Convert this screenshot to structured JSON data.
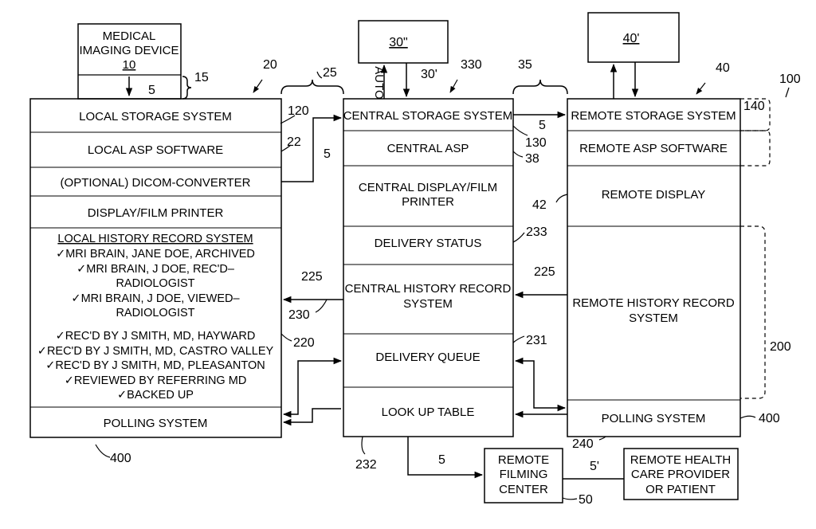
{
  "medical_device": {
    "line1": "MEDICAL",
    "line2": "IMAGING DEVICE",
    "ref": "10"
  },
  "box_30": "30\"",
  "box_40": "40'",
  "auto_label": "AUTO",
  "local": {
    "storage": "LOCAL STORAGE SYSTEM",
    "asp": "LOCAL ASP SOFTWARE",
    "dicom": "(OPTIONAL) DICOM-CONVERTER",
    "display": "DISPLAY/FILM PRINTER",
    "history_title": "LOCAL HISTORY RECORD SYSTEM",
    "history_lines": [
      "✓MRI BRAIN, JANE DOE, ARCHIVED",
      "✓MRI BRAIN, J DOE, REC'D–",
      "RADIOLOGIST",
      "✓MRI BRAIN, J DOE, VIEWED–",
      "RADIOLOGIST",
      "✓REC'D BY J SMITH, MD, HAYWARD",
      "✓REC'D BY J SMITH, MD, CASTRO VALLEY",
      "✓REC'D BY J SMITH, MD, PLEASANTON",
      "✓REVIEWED BY REFERRING MD",
      "✓BACKED UP"
    ],
    "polling": "POLLING SYSTEM"
  },
  "central": {
    "storage": "CENTRAL STORAGE SYSTEM",
    "asp": "CENTRAL ASP",
    "display_l1": "CENTRAL DISPLAY/FILM",
    "display_l2": "PRINTER",
    "delivery_status": "DELIVERY STATUS",
    "history_l1": "CENTRAL HISTORY RECORD",
    "history_l2": "SYSTEM",
    "queue": "DELIVERY QUEUE",
    "lookup": "LOOK UP TABLE"
  },
  "remote": {
    "storage": "REMOTE STORAGE SYSTEM",
    "asp": "REMOTE ASP SOFTWARE",
    "display": "REMOTE DISPLAY",
    "history_l1": "REMOTE HISTORY RECORD",
    "history_l2": "SYSTEM",
    "polling": "POLLING SYSTEM"
  },
  "filming_center": {
    "l1": "REMOTE",
    "l2": "FILMING",
    "l3": "CENTER"
  },
  "provider": {
    "l1": "REMOTE HEALTH",
    "l2": "CARE PROVIDER",
    "l3": "OR PATIENT"
  },
  "refs": {
    "r5a": "5",
    "r15": "15",
    "r20": "20",
    "r25": "25",
    "r30p": "30'",
    "r330": "330",
    "r35": "35",
    "r40": "40",
    "r100": "100",
    "r120": "120",
    "r22": "22",
    "r5b": "5",
    "r5c": "5",
    "r130": "130",
    "r38": "38",
    "r140": "140",
    "r42": "42",
    "r233": "233",
    "r225a": "225",
    "r225b": "225",
    "r230": "230",
    "r220": "220",
    "r231": "231",
    "r200": "200",
    "r400a": "400",
    "r400b": "400",
    "r240": "240",
    "r232": "232",
    "r5d": "5",
    "r5p": "5'",
    "r50": "50"
  }
}
